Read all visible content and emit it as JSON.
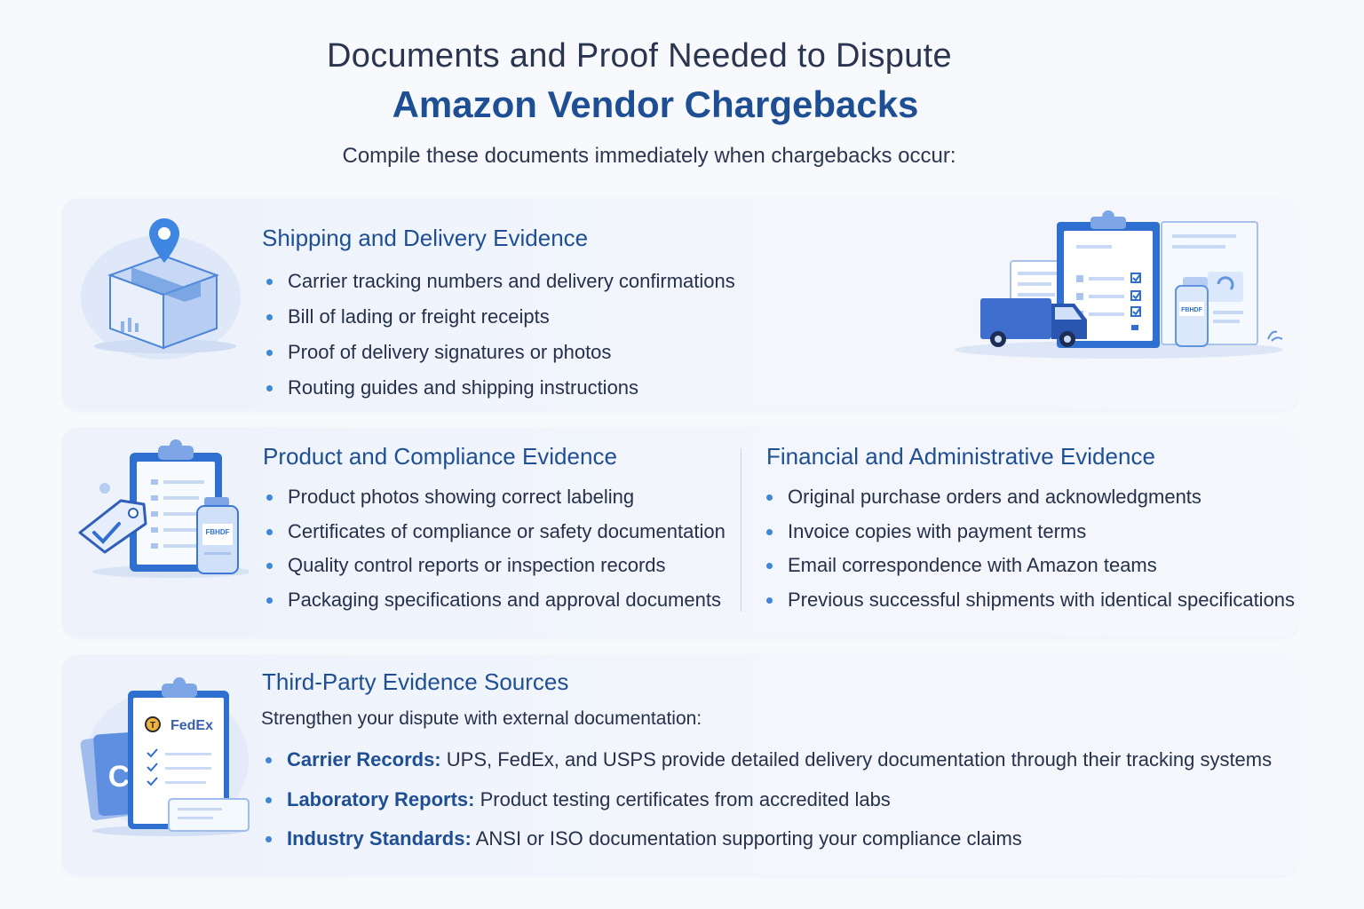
{
  "header": {
    "title_line1": "Documents and Proof Needed to Dispute",
    "title_line2": "Amazon Vendor Chargebacks",
    "subtitle": "Compile these documents immediately when chargebacks occur:"
  },
  "shipping": {
    "title": "Shipping and Delivery Evidence",
    "items": [
      "Carrier tracking numbers and delivery confirmations",
      "Bill of lading or freight receipts",
      "Proof of delivery signatures or photos",
      "Routing guides and shipping instructions"
    ]
  },
  "product": {
    "title": "Product and Compliance Evidence",
    "items": [
      "Product photos showing correct labeling",
      "Certificates of compliance or safety documentation",
      "Quality control reports or inspection records",
      "Packaging specifications and approval documents"
    ]
  },
  "financial": {
    "title": "Financial and Administrative Evidence",
    "items": [
      "Original purchase orders and acknowledgments",
      "Invoice copies with payment terms",
      "Email correspondence with Amazon teams",
      "Previous successful shipments with identical specifications"
    ]
  },
  "third_party": {
    "title": "Third-Party Evidence Sources",
    "intro": "Strengthen your dispute with external documentation:",
    "items": [
      {
        "label": "Carrier Records:",
        "text": " UPS, FedEx, and USPS provide detailed delivery documentation through their tracking systems"
      },
      {
        "label": "Laboratory Reports:",
        "text": " Product testing certificates from accredited labs"
      },
      {
        "label": "Industry Standards:",
        "text": " ANSI or ISO documentation supporting your compliance claims"
      }
    ]
  },
  "illustration_labels": {
    "fedex_logo": "FedEx",
    "bottle_label": "FBHDF",
    "truck_doc_label": "FBHDF"
  },
  "colors": {
    "primary_blue": "#1e4f94",
    "bullet_blue": "#3f86d9",
    "card_bg": "#eef3fb",
    "illustration_blue": "#3e78d6"
  },
  "icons": [
    "location-pin-icon",
    "package-box-icon",
    "delivery-truck-icon",
    "clipboard-icon",
    "price-tag-icon",
    "bottle-icon",
    "fedex-document-icon"
  ]
}
